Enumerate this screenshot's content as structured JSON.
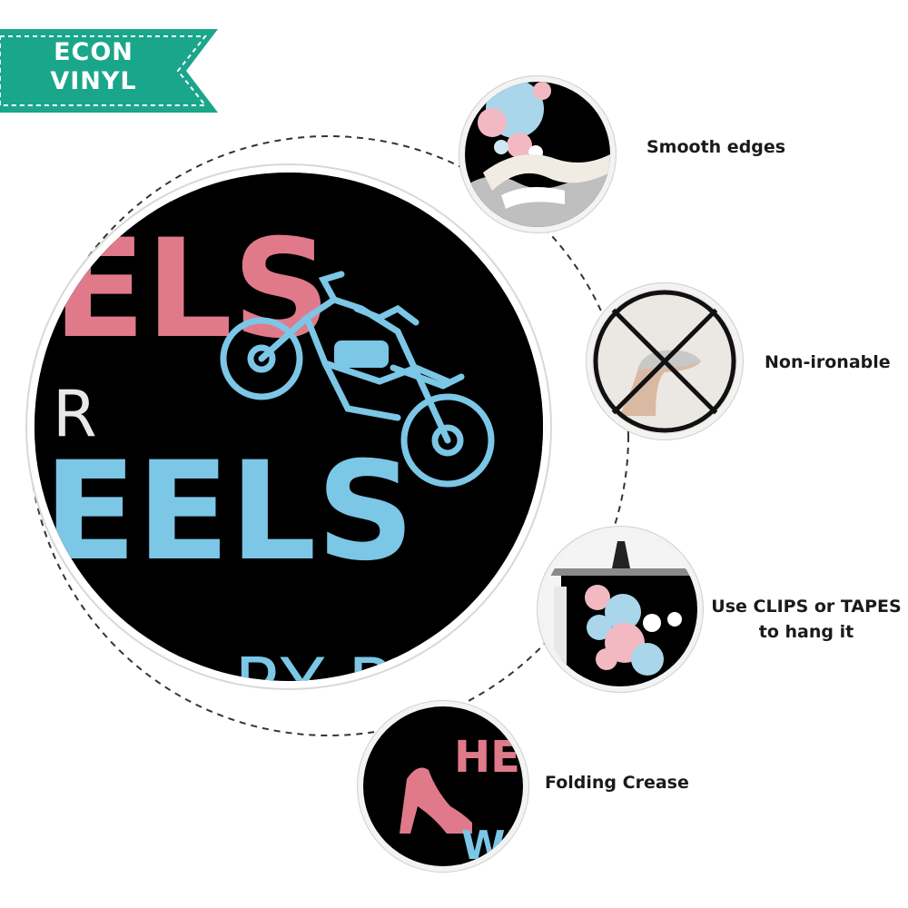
{
  "badge": {
    "line1": "ECON",
    "line2": "VINYL",
    "color": "#1aa68a"
  },
  "main": {
    "word_top": "ELS",
    "word_or": "R",
    "word_bottom": "EELS",
    "word_partial": "RY PR",
    "pink": "#e07a8a",
    "blue": "#7cc6e6"
  },
  "features": [
    {
      "id": "smooth",
      "label": "Smooth edges"
    },
    {
      "id": "nonironable",
      "label": "Non-ironable"
    },
    {
      "id": "hang",
      "label_line1": "Use CLIPS or TAPES",
      "label_line2": "to hang it"
    },
    {
      "id": "crease",
      "label": "Folding Crease",
      "word1": "HE",
      "word2": "WH"
    }
  ]
}
